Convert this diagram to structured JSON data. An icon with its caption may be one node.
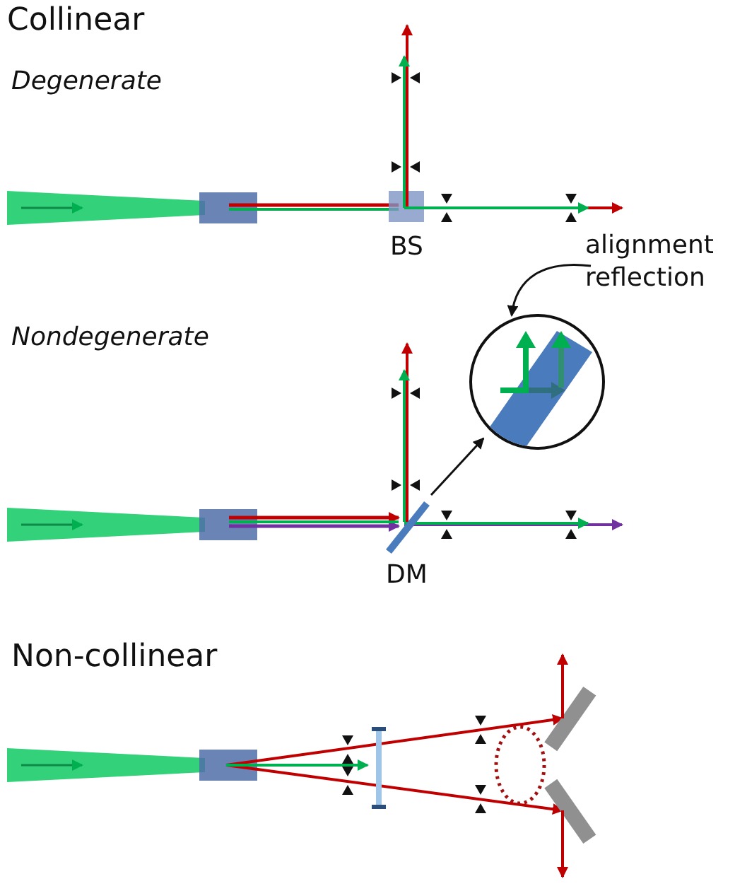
{
  "diagram": {
    "nodes": [
      {
        "text": [
          "alignment reflection"
        ]
      },
      {
        "text": [],
        "shape": "circle"
      },
      {
        "text": [
          "DM"
        ]
      }
    ],
    "edges": [
      {
        "from": 0,
        "to": 1,
        "arrow": "to"
      },
      {
        "from": 2,
        "to": 1,
        "arrow": "to"
      }
    ],
    "labels": [
      "Collinear",
      "Degenerate",
      "BS",
      "Nondegenerate",
      "Non-collinear"
    ]
  }
}
